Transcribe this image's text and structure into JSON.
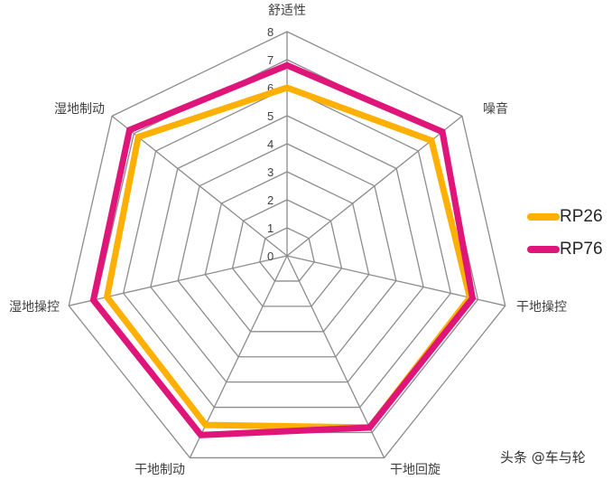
{
  "chart_data": {
    "type": "radar",
    "title": "",
    "axes": [
      "舒适性",
      "噪音",
      "干地操控",
      "干地回旋",
      "干地制动",
      "湿地操控",
      "湿地制动"
    ],
    "rlim": [
      0,
      8
    ],
    "ticks": [
      "0",
      "1",
      "2",
      "3",
      "4",
      "5",
      "6",
      "7",
      "8"
    ],
    "grid": true,
    "legend_position": "right",
    "series": [
      {
        "name": "RP26",
        "color": "#FFB000",
        "values": [
          6.0,
          6.6,
          6.7,
          6.8,
          6.7,
          6.6,
          6.8
        ]
      },
      {
        "name": "RP76",
        "color": "#E0157A",
        "values": [
          6.8,
          7.1,
          6.8,
          6.8,
          7.1,
          7.1,
          7.2
        ]
      }
    ]
  },
  "legend": {
    "items": [
      {
        "label": "RP26",
        "color": "#FFB000"
      },
      {
        "label": "RP76",
        "color": "#E0157A"
      }
    ]
  },
  "watermark": "头条 @车与轮"
}
